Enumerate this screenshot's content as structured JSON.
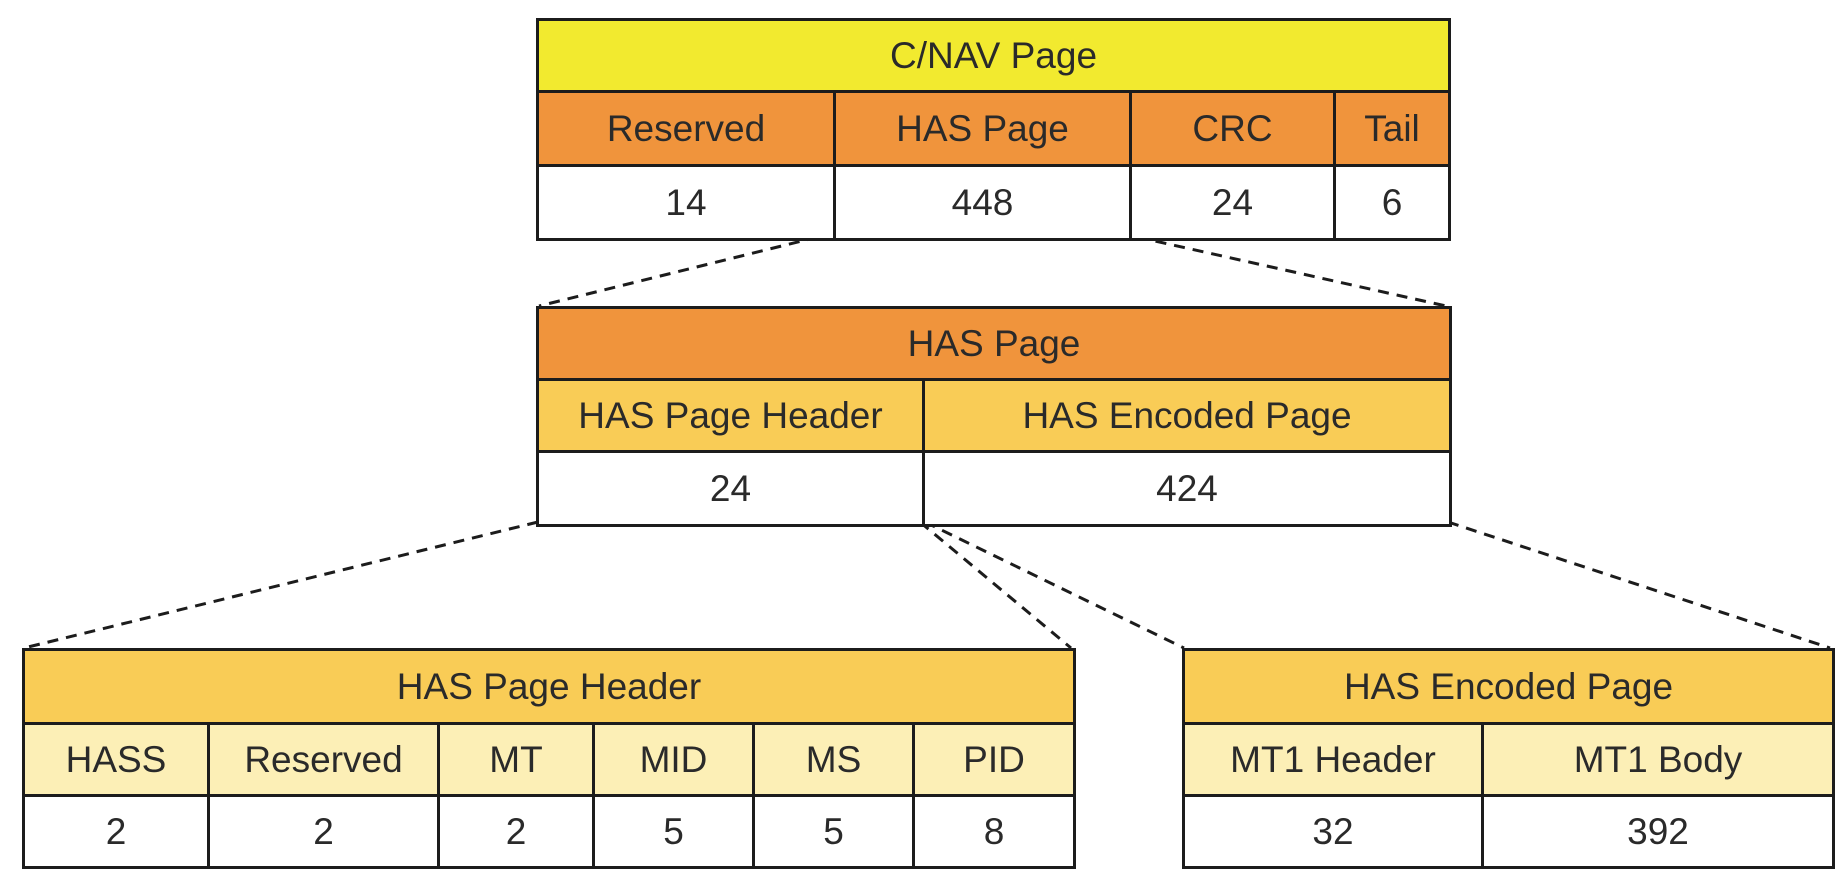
{
  "colors": {
    "cnav_title": "#f2ea2f",
    "orange": "#f0943c",
    "gold": "#f9cc56",
    "pale_yellow": "#fcefb6",
    "border": "#1c1c1c"
  },
  "cnav_page": {
    "title": "C/NAV Page",
    "fields": [
      {
        "label": "Reserved",
        "bits": "14"
      },
      {
        "label": "HAS Page",
        "bits": "448"
      },
      {
        "label": "CRC",
        "bits": "24"
      },
      {
        "label": "Tail",
        "bits": "6"
      }
    ]
  },
  "has_page": {
    "title": "HAS Page",
    "fields": [
      {
        "label": "HAS Page Header",
        "bits": "24"
      },
      {
        "label": "HAS Encoded Page",
        "bits": "424"
      }
    ]
  },
  "has_page_header": {
    "title": "HAS Page Header",
    "fields": [
      {
        "label": "HASS",
        "bits": "2"
      },
      {
        "label": "Reserved",
        "bits": "2"
      },
      {
        "label": "MT",
        "bits": "2"
      },
      {
        "label": "MID",
        "bits": "5"
      },
      {
        "label": "MS",
        "bits": "5"
      },
      {
        "label": "PID",
        "bits": "8"
      }
    ]
  },
  "has_encoded_page": {
    "title": "HAS Encoded Page",
    "fields": [
      {
        "label": "MT1 Header",
        "bits": "32"
      },
      {
        "label": "MT1 Body",
        "bits": "392"
      }
    ]
  }
}
